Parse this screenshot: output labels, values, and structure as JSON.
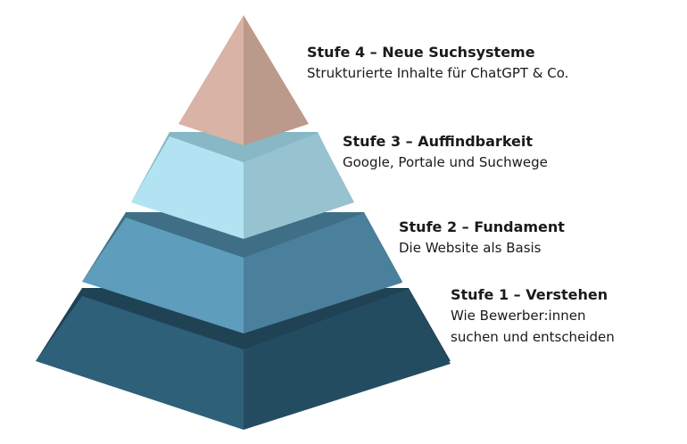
{
  "levels": [
    {
      "title": "Stufe 4 – Neue Suchsysteme",
      "desc_lines": [
        "Strukturierte Inhalte für ChatGPT & Co."
      ],
      "colors": {
        "left": "#d9b3a5",
        "right": "#bc9a8b"
      }
    },
    {
      "title": "Stufe 3 – Auffindbarkeit",
      "desc_lines": [
        "Google, Portale und Suchwege"
      ],
      "colors": {
        "left": "#b2e3f2",
        "right": "#97c2cf",
        "top": "#88b7c5"
      }
    },
    {
      "title": "Stufe 2 – Fundament",
      "desc_lines": [
        "Die Website als Basis"
      ],
      "colors": {
        "left": "#5e9dbb",
        "right": "#4b809c",
        "top": "#3f6f87"
      }
    },
    {
      "title": "Stufe 1 – Verstehen",
      "desc_lines": [
        "Wie Bewerber:innen",
        "suchen und entscheiden"
      ],
      "colors": {
        "left": "#2e6079",
        "right": "#244c61",
        "top": "#1f4254"
      }
    }
  ]
}
